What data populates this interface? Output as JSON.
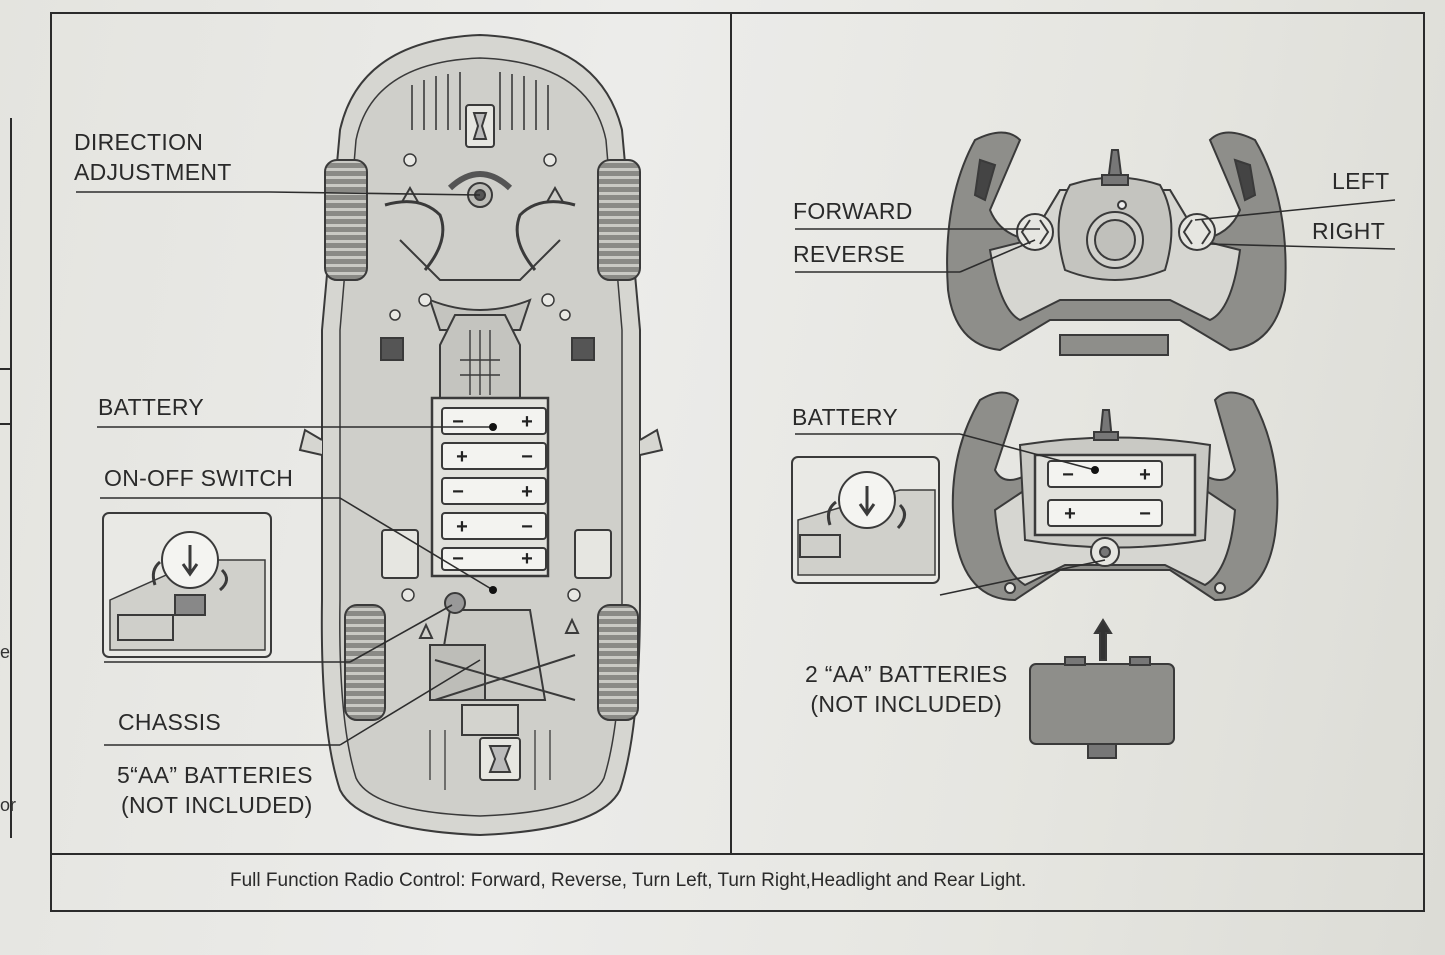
{
  "labels": {
    "direction_adjustment_line1": "DIRECTION",
    "direction_adjustment_line2": "ADJUSTMENT",
    "battery_car": "BATTERY",
    "on_off_switch": "ON-OFF SWITCH",
    "chassis": "CHASSIS",
    "car_batteries_line1": "5“AA” BATTERIES",
    "car_batteries_line2": "(NOT INCLUDED)",
    "forward": "FORWARD",
    "reverse": "REVERSE",
    "left": "LEFT",
    "right": "RIGHT",
    "battery_remote": "BATTERY",
    "remote_batteries_line1": "2 “AA” BATTERIES",
    "remote_batteries_line2": "(NOT INCLUDED)"
  },
  "battery_signs": {
    "plus": "+",
    "minus": "−"
  },
  "caption": "Full Function Radio Control: Forward, Reverse, Turn Left, Turn Right,Headlight and Rear Light.",
  "edge_fragments": [
    "e",
    "or"
  ]
}
